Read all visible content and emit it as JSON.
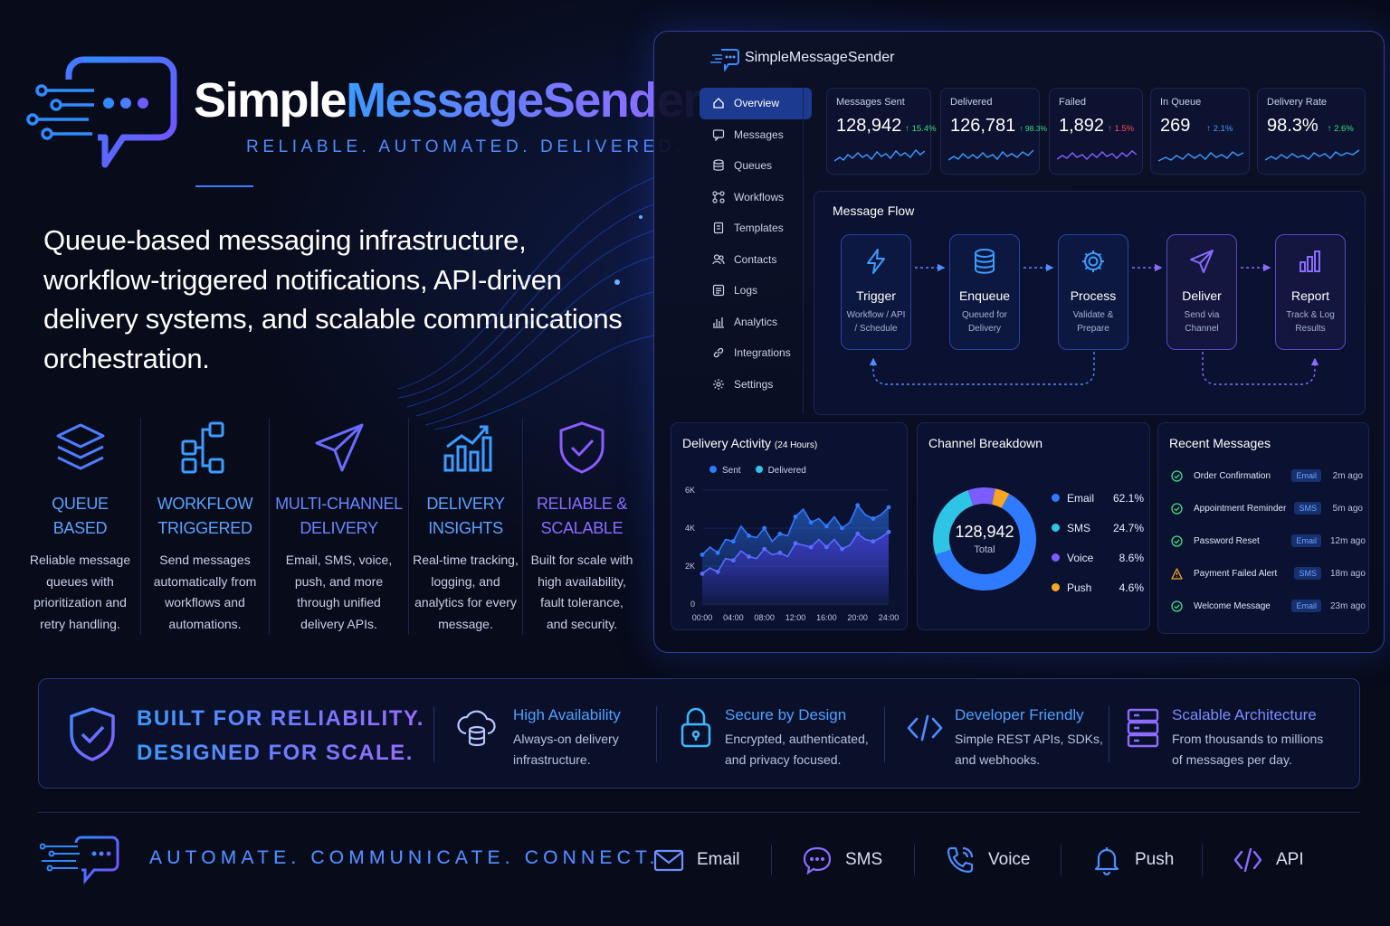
{
  "brand": {
    "name_part1": "Simple",
    "name_part2": "MessageSender",
    "tagline": "RELIABLE. AUTOMATED. DELIVERED."
  },
  "headline": "Queue-based messaging infrastructure, workflow-triggered notifications, API-driven delivery systems, and scalable communications orchestration.",
  "features": [
    {
      "title": "QUEUE\nBASED",
      "desc": "Reliable message\nqueues with\nprioritization and\nretry handling.",
      "icon": "layers-icon"
    },
    {
      "title": "WORKFLOW\nTRIGGERED",
      "desc": "Send messages\nautomatically from\nworkflows and\nautomations.",
      "icon": "workflow-icon"
    },
    {
      "title": "MULTI-CHANNEL\nDELIVERY",
      "desc": "Email, SMS, voice,\npush, and more\nthrough unified\ndelivery APIs.",
      "icon": "paper-plane-icon"
    },
    {
      "title": "DELIVERY\nINSIGHTS",
      "desc": "Real-time tracking,\nlogging, and\nanalytics for every\nmessage.",
      "icon": "bar-chart-icon"
    },
    {
      "title": "RELIABLE &\nSCALABLE",
      "desc": "Built for scale with\nhigh availability,\nfault tolerance,\nand security.",
      "icon": "shield-check-icon"
    }
  ],
  "dashboard": {
    "app_name": "SimpleMessageSender",
    "nav": [
      {
        "label": "Overview",
        "icon": "home-icon",
        "active": true
      },
      {
        "label": "Messages",
        "icon": "message-icon"
      },
      {
        "label": "Queues",
        "icon": "database-icon"
      },
      {
        "label": "Workflows",
        "icon": "workflow-icon"
      },
      {
        "label": "Templates",
        "icon": "document-icon"
      },
      {
        "label": "Contacts",
        "icon": "contacts-icon"
      },
      {
        "label": "Logs",
        "icon": "list-icon"
      },
      {
        "label": "Analytics",
        "icon": "analytics-icon"
      },
      {
        "label": "Integrations",
        "icon": "link-icon"
      },
      {
        "label": "Settings",
        "icon": "gear-icon"
      }
    ],
    "kpis": [
      {
        "label": "Messages Sent",
        "value": "128,942",
        "change": "↑ 15.4%",
        "color": "#3ddc84"
      },
      {
        "label": "Delivered",
        "value": "126,781",
        "change": "↑ 98.3%",
        "color": "#3ddc84"
      },
      {
        "label": "Failed",
        "value": "1,892",
        "change": "↑ 1.5%",
        "color": "#ff4d5e"
      },
      {
        "label": "In Queue",
        "value": "269",
        "change": "↑ 2.1%",
        "color": "#4f9bff"
      },
      {
        "label": "Delivery Rate",
        "value": "98.3%",
        "change": "↑ 2.6%",
        "color": "#3ddc84"
      }
    ],
    "flow": {
      "title": "Message Flow",
      "steps": [
        {
          "name": "Trigger",
          "desc": "Workflow / API\n/ Schedule",
          "icon": "lightning-icon"
        },
        {
          "name": "Enqueue",
          "desc": "Queued for\nDelivery",
          "icon": "database-icon"
        },
        {
          "name": "Process",
          "desc": "Validate &\nPrepare",
          "icon": "gear-icon"
        },
        {
          "name": "Deliver",
          "desc": "Send via\nChannel",
          "icon": "paper-plane-icon"
        },
        {
          "name": "Report",
          "desc": "Track & Log\nResults",
          "icon": "bar-chart-icon"
        }
      ]
    },
    "activity": {
      "title": "Delivery Activity",
      "subtitle": "(24 Hours)",
      "legend_sent": "Sent",
      "legend_delivered": "Delivered"
    },
    "channel": {
      "title": "Channel Breakdown",
      "total_value": "128,942",
      "total_label": "Total",
      "items": [
        {
          "name": "Email",
          "pct": "62.1%",
          "value": 62.1,
          "color": "#2f7bff"
        },
        {
          "name": "SMS",
          "pct": "24.7%",
          "value": 24.7,
          "color": "#2ec4e6"
        },
        {
          "name": "Voice",
          "pct": "8.6%",
          "value": 8.6,
          "color": "#7a5cff"
        },
        {
          "name": "Push",
          "pct": "4.6%",
          "value": 4.6,
          "color": "#f5a623"
        }
      ]
    },
    "recent": {
      "title": "Recent Messages",
      "items": [
        {
          "name": "Order Confirmation",
          "channel": "Email",
          "time": "2m ago",
          "status": "success"
        },
        {
          "name": "Appointment Reminder",
          "channel": "SMS",
          "time": "5m ago",
          "status": "success"
        },
        {
          "name": "Password Reset",
          "channel": "Email",
          "time": "12m ago",
          "status": "success"
        },
        {
          "name": "Payment Failed Alert",
          "channel": "SMS",
          "time": "18m ago",
          "status": "warning"
        },
        {
          "name": "Welcome Message",
          "channel": "Email",
          "time": "23m ago",
          "status": "success"
        }
      ]
    }
  },
  "chart_data": {
    "type": "area",
    "title": "Delivery Activity (24 Hours)",
    "x": [
      "00:00",
      "04:00",
      "08:00",
      "12:00",
      "16:00",
      "20:00",
      "24:00"
    ],
    "y_ticks": [
      "0",
      "2K",
      "4K",
      "6K"
    ],
    "ylim": [
      0,
      6000
    ],
    "series": [
      {
        "name": "Sent",
        "color": "#2f7bff",
        "points": [
          [
            0,
            2600
          ],
          [
            1,
            3000
          ],
          [
            2,
            2700
          ],
          [
            3,
            3400
          ],
          [
            4,
            3300
          ],
          [
            5,
            4100
          ],
          [
            6,
            3600
          ],
          [
            7,
            3500
          ],
          [
            8,
            4000
          ],
          [
            9,
            3300
          ],
          [
            10,
            3700
          ],
          [
            11,
            3600
          ],
          [
            12,
            4600
          ],
          [
            13,
            5000
          ],
          [
            14,
            4300
          ],
          [
            15,
            4500
          ],
          [
            16,
            4100
          ],
          [
            17,
            4600
          ],
          [
            18,
            4000
          ],
          [
            19,
            4300
          ],
          [
            20,
            5200
          ],
          [
            21,
            4700
          ],
          [
            22,
            4500
          ],
          [
            23,
            4700
          ],
          [
            24,
            5100
          ]
        ]
      },
      {
        "name": "Delivered",
        "color": "#2ec4e6",
        "points": [
          [
            0,
            1600
          ],
          [
            1,
            1900
          ],
          [
            2,
            1700
          ],
          [
            3,
            2400
          ],
          [
            4,
            2300
          ],
          [
            5,
            2800
          ],
          [
            6,
            2500
          ],
          [
            7,
            2400
          ],
          [
            8,
            2900
          ],
          [
            9,
            2600
          ],
          [
            10,
            2700
          ],
          [
            11,
            2500
          ],
          [
            12,
            3200
          ],
          [
            13,
            3100
          ],
          [
            14,
            3000
          ],
          [
            15,
            3400
          ],
          [
            16,
            3000
          ],
          [
            17,
            3400
          ],
          [
            18,
            2900
          ],
          [
            19,
            3100
          ],
          [
            20,
            3700
          ],
          [
            21,
            3400
          ],
          [
            22,
            3300
          ],
          [
            23,
            3500
          ],
          [
            24,
            3800
          ]
        ]
      }
    ]
  },
  "banner": {
    "headline_1": "BUILT FOR RELIABILITY.",
    "headline_2": "DESIGNED FOR SCALE.",
    "items": [
      {
        "title": "High Availability",
        "desc": "Always-on delivery\ninfrastructure.",
        "icon": "cloud-database-icon"
      },
      {
        "title": "Secure by Design",
        "desc": "Encrypted, authenticated,\nand privacy focused.",
        "icon": "lock-icon"
      },
      {
        "title": "Developer Friendly",
        "desc": "Simple REST APIs, SDKs,\nand webhooks.",
        "icon": "code-icon"
      },
      {
        "title": "Scalable Architecture",
        "desc": "From thousands to millions\nof messages per day.",
        "icon": "server-icon"
      }
    ]
  },
  "footer": {
    "motto": "AUTOMATE. COMMUNICATE. CONNECT.",
    "channels": [
      {
        "label": "Email",
        "icon": "envelope-icon"
      },
      {
        "label": "SMS",
        "icon": "chat-bubble-icon"
      },
      {
        "label": "Voice",
        "icon": "phone-icon"
      },
      {
        "label": "Push",
        "icon": "bell-icon"
      },
      {
        "label": "API",
        "icon": "code-icon"
      }
    ]
  }
}
